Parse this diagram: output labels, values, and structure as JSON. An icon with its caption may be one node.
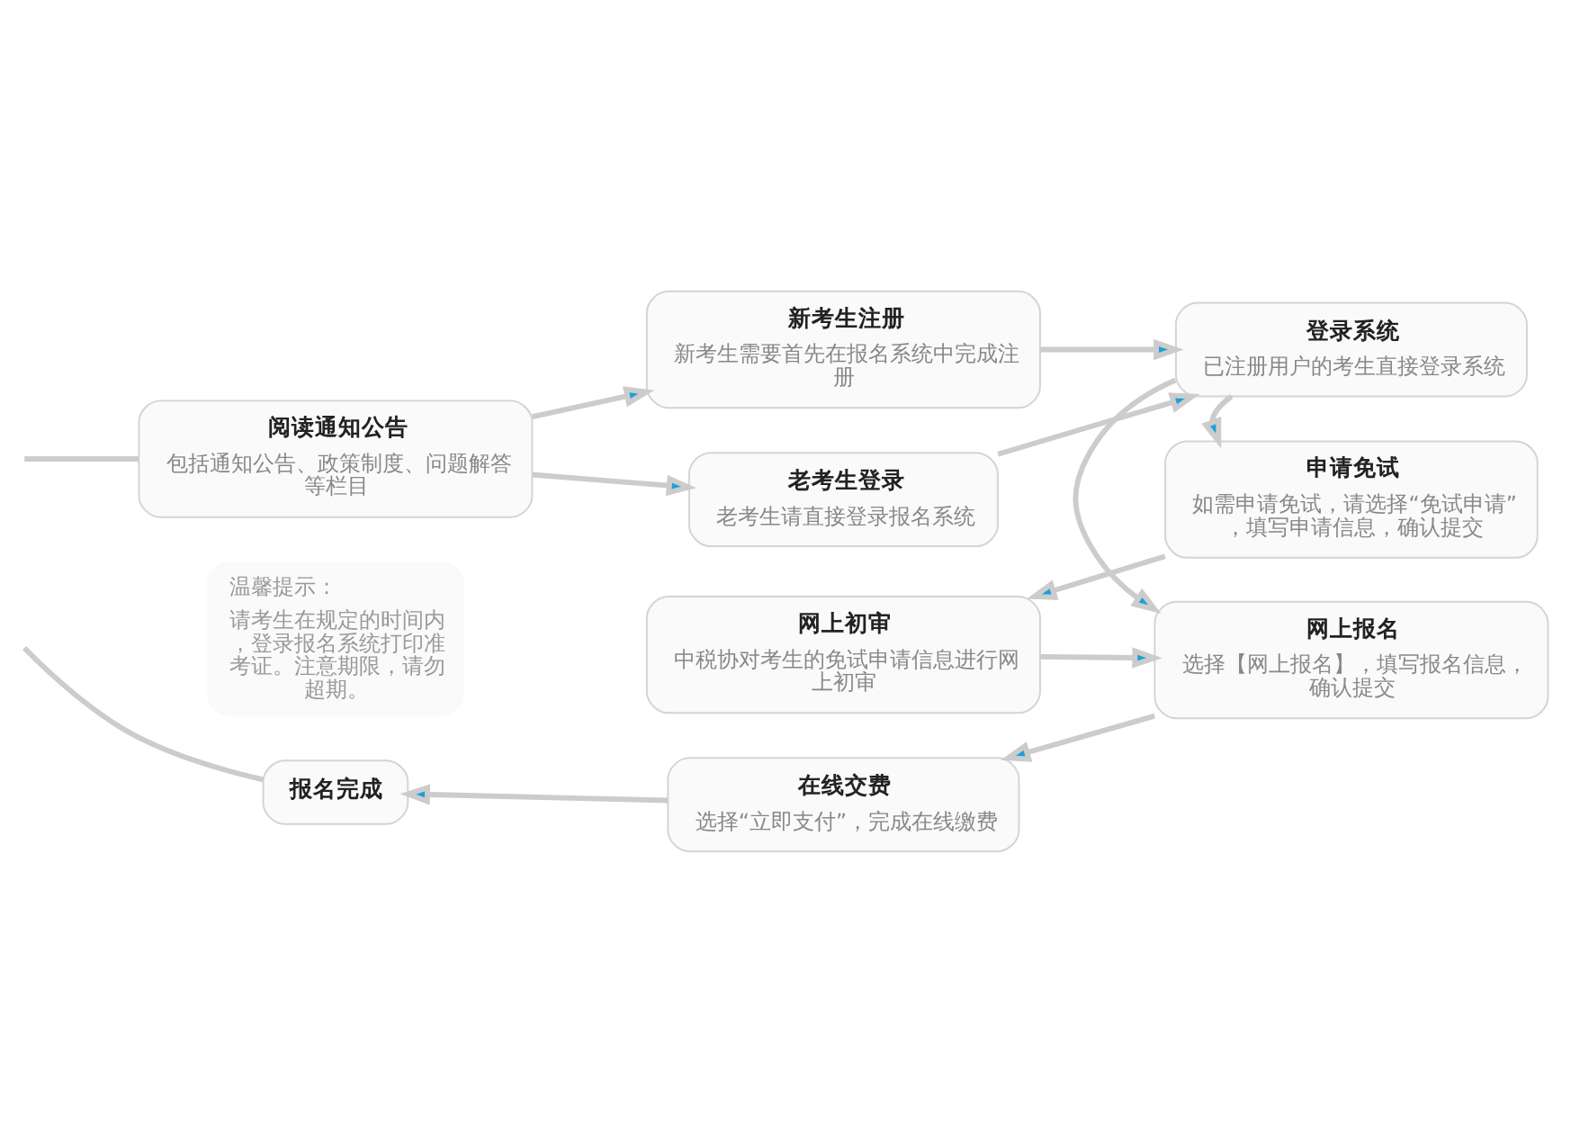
{
  "diagram": {
    "nodes": [
      {
        "text": [
          "新考生注册",
          "新考生需要首先在报名系统中完成注册"
        ]
      },
      {
        "text": [
          "阅读通知公告",
          "包括通知公告、政策制度、问题解答等栏目"
        ]
      },
      {
        "text": [
          "登录系统",
          "已注册用户的考生直接登录系统"
        ]
      },
      {
        "text": [
          "老考生登录",
          "老考生请直接登录报名系统"
        ]
      },
      {
        "text": [
          "温馨提示：",
          "请考生在规定的时间内，登录报名系统打印准考证。注意期限，请勿超期。"
        ]
      },
      {
        "text": [
          "网上初审",
          "中税协对考生的免试申请信息进行网上初审"
        ]
      },
      {
        "text": [
          "申请免试",
          "如需申请免试，请选择“免试申请”，填写申请信息，确认提交"
        ]
      },
      {
        "text": [
          "报名完成"
        ]
      },
      {
        "text": [
          "在线交费",
          "选择“立即支付”，完成在线缴费"
        ]
      },
      {
        "text": [
          "网上报名",
          "选择【网上报名】，填写报名信息，确认提交"
        ]
      }
    ],
    "edges": [
      {
        "from": null,
        "to": 1,
        "arrow": "none"
      },
      {
        "from": 1,
        "to": 0,
        "arrow": "to"
      },
      {
        "from": 1,
        "to": 3,
        "arrow": "to"
      },
      {
        "from": 0,
        "to": 2,
        "arrow": "to"
      },
      {
        "from": 3,
        "to": 2,
        "arrow": "to"
      },
      {
        "from": 2,
        "to": 6,
        "arrow": "to"
      },
      {
        "from": 6,
        "to": 5,
        "arrow": "to"
      },
      {
        "from": 5,
        "to": 9,
        "arrow": "to"
      },
      {
        "from": 2,
        "to": 9,
        "arrow": "to"
      },
      {
        "from": 9,
        "to": 8,
        "arrow": "to"
      },
      {
        "from": 8,
        "to": 7,
        "arrow": "to"
      },
      {
        "from": 7,
        "to": null,
        "arrow": "none"
      }
    ]
  }
}
